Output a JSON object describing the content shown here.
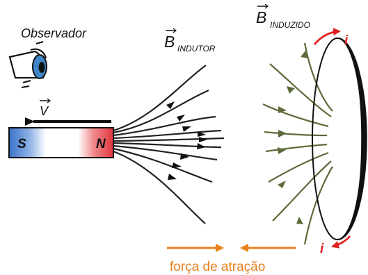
{
  "labels": {
    "observer": "Observador",
    "velocity_symbol": "V",
    "magnet_south": "S",
    "magnet_north": "N",
    "b_symbol": "B",
    "b_inductor_sub": "INDUTOR",
    "b_induced_sub": "INDUZIDO",
    "current_top": "i",
    "current_bottom": "i",
    "force_caption": "força de atração"
  },
  "colors": {
    "inductor_field_lines": "#2b2b2b",
    "induced_field_lines": "#5c6b3a",
    "current_arrows": "#e02020",
    "force_arrows": "#e8801c",
    "magnet_south": "#4a7fd1",
    "magnet_north": "#e8474b",
    "observer_eye": "#3f86c9"
  },
  "icons": {
    "observer": "eye-icon"
  }
}
